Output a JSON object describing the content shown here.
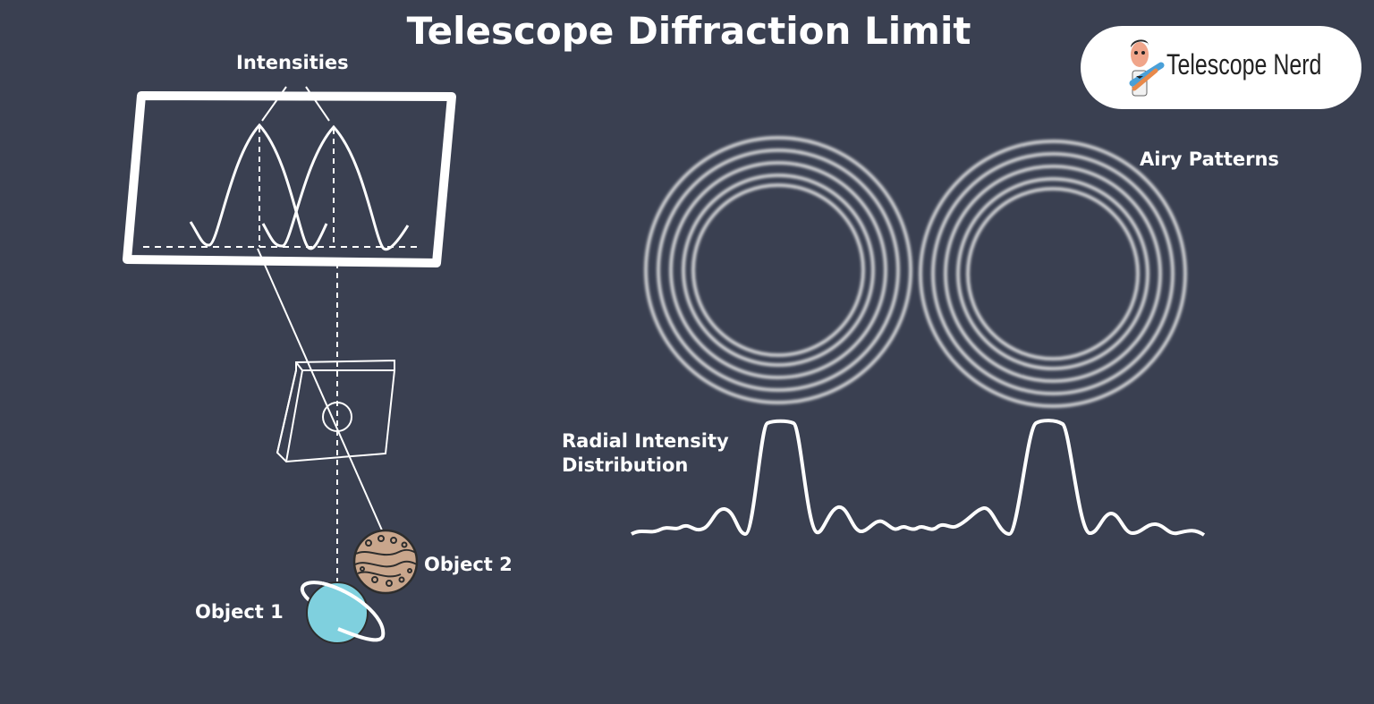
{
  "title": "Telescope Diffraction Limit",
  "labels": {
    "intensities": "Intensities",
    "airy_patterns": "Airy Patterns",
    "radial_line1": "Radial Intensity",
    "radial_line2": "Distribution",
    "object1": "Object 1",
    "object2": "Object 2"
  },
  "brand": {
    "name": "Telescope Nerd",
    "icon": "mascot-icon"
  },
  "colors": {
    "background": "#3a4051",
    "line": "#ffffff",
    "object1": "#7fd0de",
    "object2": "#c9a68c"
  }
}
